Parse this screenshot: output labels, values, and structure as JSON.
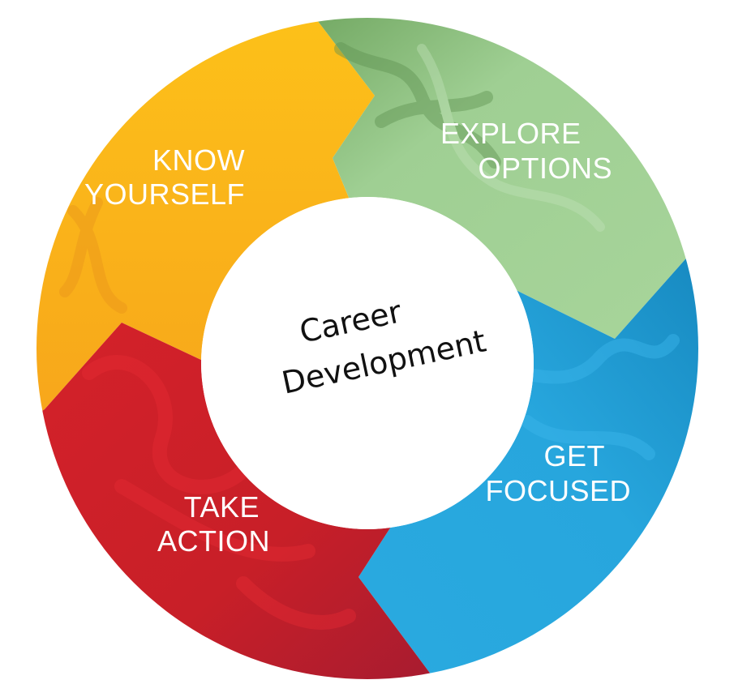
{
  "center": {
    "line1": "Career",
    "line2": "Development"
  },
  "segments": [
    {
      "id": "know-yourself",
      "line1": "KNOW",
      "line2": "YOURSELF",
      "color": "#FDBE17",
      "accent": "#F6A21B"
    },
    {
      "id": "explore-options",
      "line1": "EXPLORE",
      "line2": "OPTIONS",
      "color": "#9FCF93",
      "accent": "#6FA55F"
    },
    {
      "id": "get-focused",
      "line1": "GET",
      "line2": "FOCUSED",
      "color": "#27A6DD",
      "accent": "#1589BE"
    },
    {
      "id": "take-action",
      "line1": "TAKE",
      "line2": "ACTION",
      "color": "#CF2027",
      "accent": "#B51D2A"
    }
  ]
}
